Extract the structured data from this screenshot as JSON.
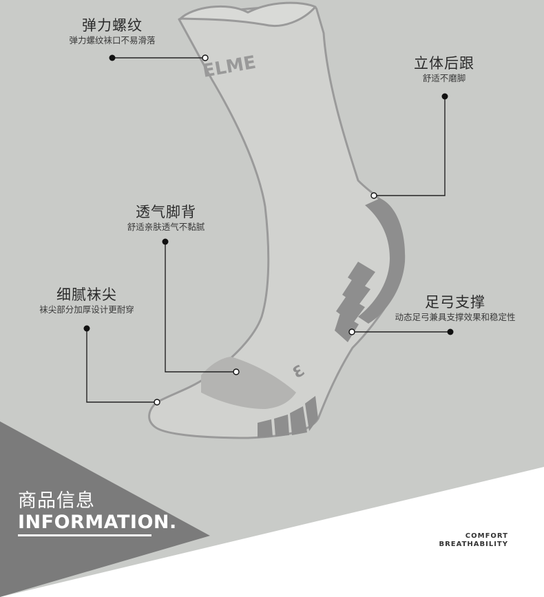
{
  "features": [
    {
      "id": "elastic-cuff",
      "title": "弹力螺纹",
      "subtitle": "弹力螺纹袜口不易滑落"
    },
    {
      "id": "3d-heel",
      "title": "立体后跟",
      "subtitle": "舒适不磨脚"
    },
    {
      "id": "breathable-instep",
      "title": "透气脚背",
      "subtitle": "舒适亲肤透气不黏腻"
    },
    {
      "id": "arch-support",
      "title": "足弓支撑",
      "subtitle": "动态足弓兼具支撑效果和稳定性"
    },
    {
      "id": "toe",
      "title": "细腻袜尖",
      "subtitle": "袜尖部分加厚设计更耐穿"
    }
  ],
  "brand_text": "ELME",
  "info": {
    "title_cn": "商品信息",
    "title_en": "INFORMATION."
  },
  "tagline": {
    "line1": "COMFORT",
    "line2": "BREATHABILITY"
  },
  "colors": {
    "background": "#c9cbc8",
    "dark_triangle": "#7b7b7b",
    "sock_outline": "#9a9a9a",
    "accent": "#8e8e8e"
  }
}
